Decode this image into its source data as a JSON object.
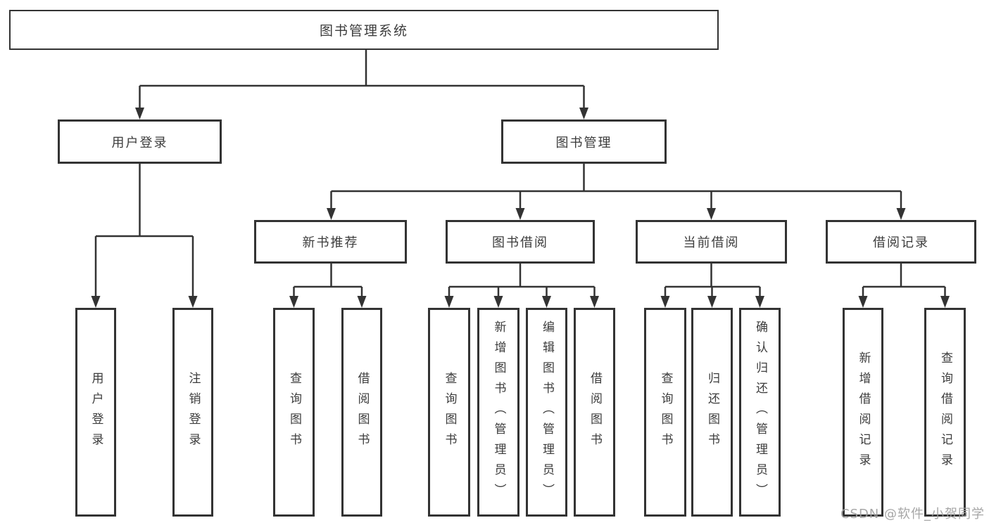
{
  "tree": {
    "root": "图书管理系统",
    "children": [
      {
        "label": "用户登录",
        "children": [
          "用户登录",
          "注销登录"
        ]
      },
      {
        "label": "图书管理",
        "children": [
          {
            "label": "新书推荐",
            "children": [
              "查询图书",
              "借阅图书"
            ]
          },
          {
            "label": "图书借阅",
            "children": [
              "查询图书",
              "新增图书（管理员）",
              "编辑图书（管理员）",
              "借阅图书"
            ]
          },
          {
            "label": "当前借阅",
            "children": [
              "查询图书",
              "归还图书",
              "确认归还（管理员）"
            ]
          },
          {
            "label": "借阅记录",
            "children": [
              "新增借阅记录",
              "查询借阅记录"
            ]
          }
        ]
      }
    ]
  },
  "watermark": "CSDN @软件_小贺同学",
  "colors": {
    "line": "#333333",
    "box_border": "#333333",
    "text": "#3c3c3c",
    "watermark": "#9e9e9e",
    "background": "#ffffff"
  }
}
